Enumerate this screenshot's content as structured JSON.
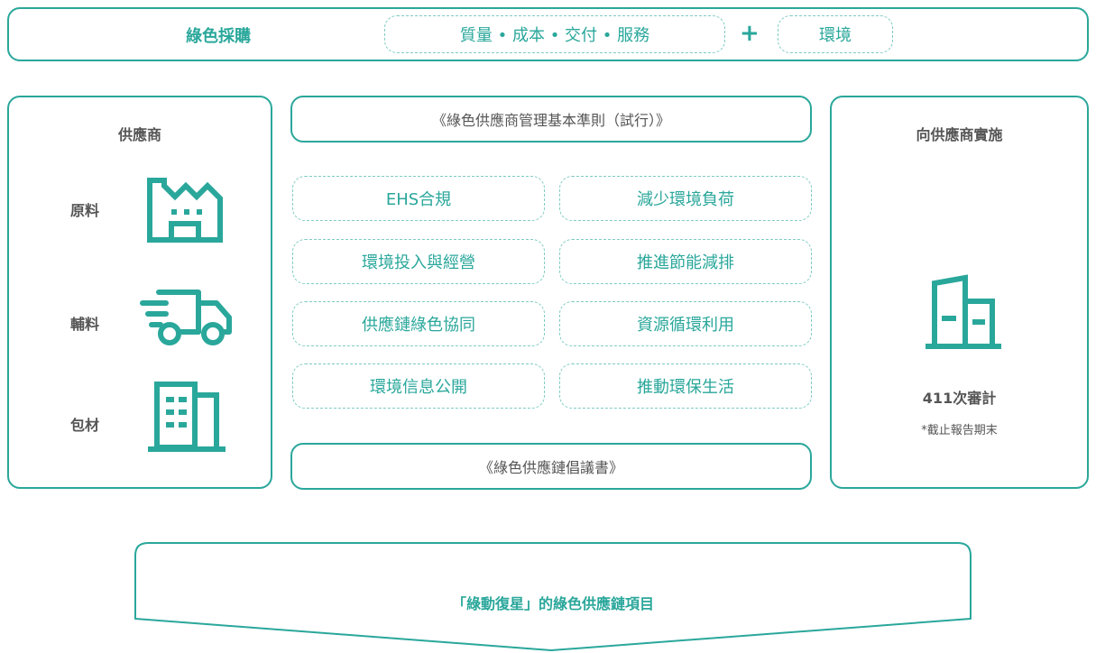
{
  "colors": {
    "accent": "#2aa79b",
    "dash": "#7fcbc2",
    "text": "#555555"
  },
  "top_banner": {
    "title": "綠色採購",
    "qualities": "質量 • 成本 • 交付 • 服務",
    "plus": "+",
    "environment": "環境"
  },
  "supplier_panel": {
    "title": "供應商",
    "items": [
      {
        "label": "原料",
        "icon": "factory-icon"
      },
      {
        "label": "輔料",
        "icon": "truck-icon"
      },
      {
        "label": "包材",
        "icon": "building-icon"
      }
    ]
  },
  "center": {
    "top_doc": "《綠色供應商管理基本準則（試行）》",
    "items": [
      "EHS合規",
      "減少環境負荷",
      "環境投入與經營",
      "推進節能減排",
      "供應鏈綠色協同",
      "資源循環利用",
      "環境信息公開",
      "推動環保生活"
    ],
    "bottom_doc": "《綠色供應鏈倡議書》"
  },
  "implement_panel": {
    "title": "向供應商實施",
    "icon": "office-building-icon",
    "audit_count": "411次審計",
    "note": "*截止報告期末"
  },
  "bottom_banner": {
    "text": "「綠動復星」的綠色供應鏈項目"
  }
}
